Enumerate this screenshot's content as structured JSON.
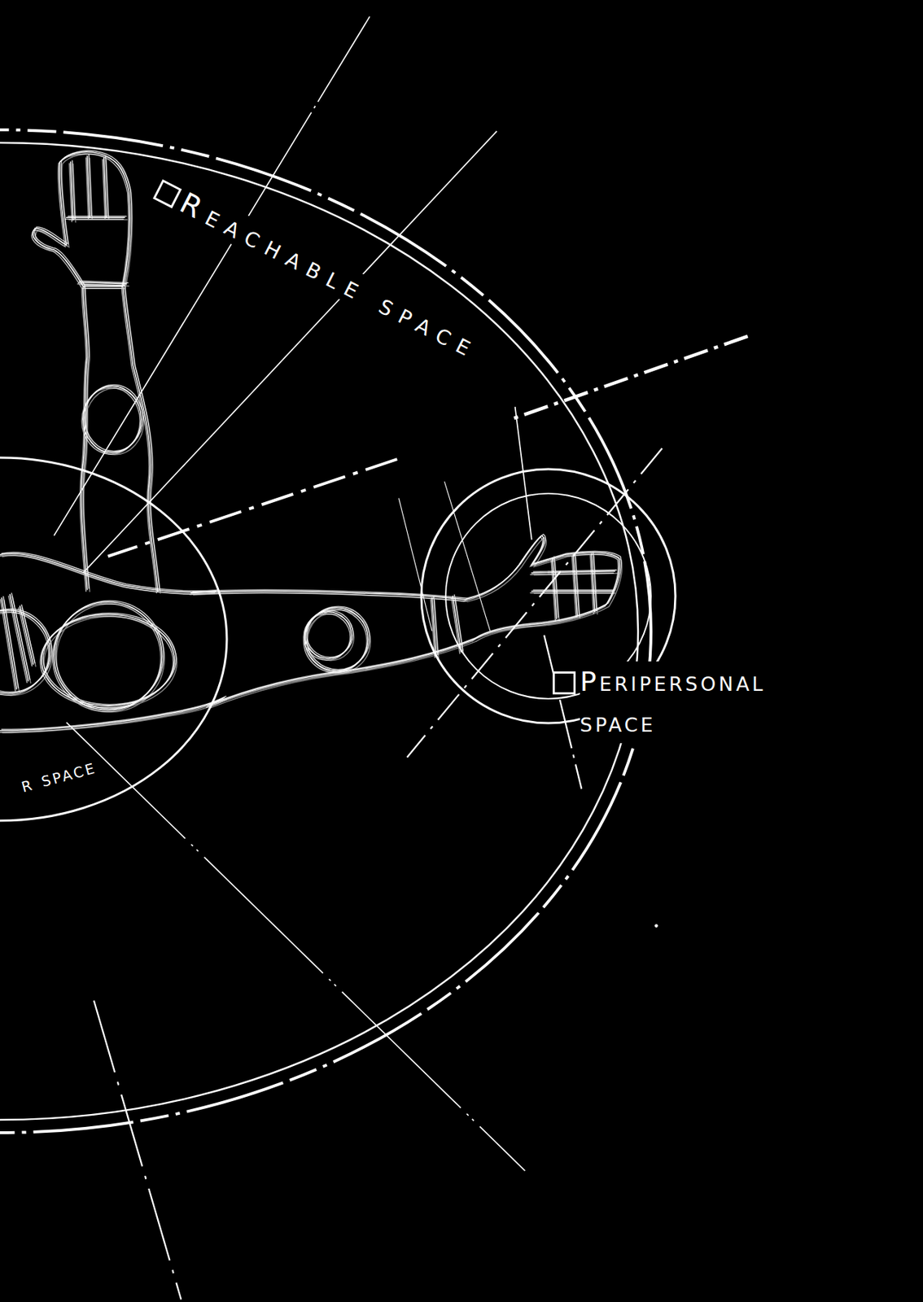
{
  "diagram": {
    "nodes": [
      {
        "text": [
          "Reachable space"
        ]
      },
      {
        "text": [
          "Peripersonal space"
        ],
        "in": 0
      },
      {
        "text": [
          "r space"
        ],
        "in": 0
      }
    ]
  }
}
